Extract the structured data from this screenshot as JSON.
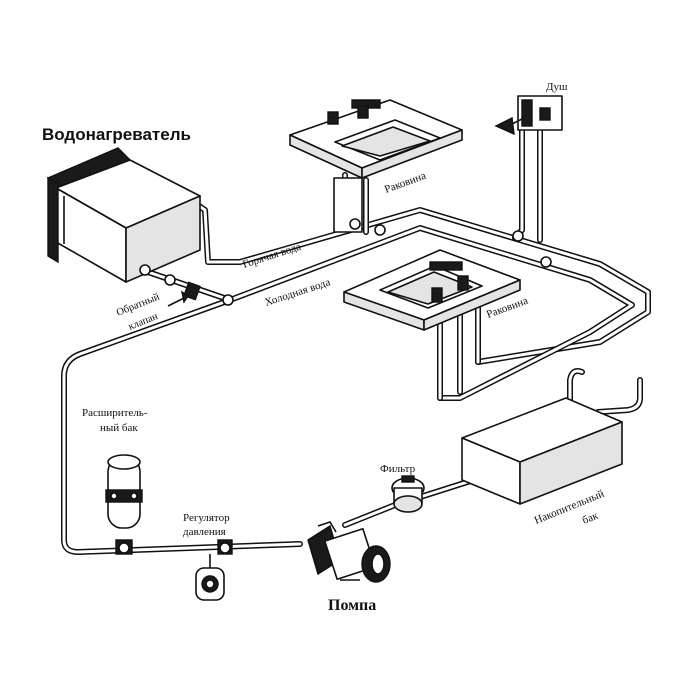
{
  "labels": {
    "water_heater": "Водонагреватель",
    "shower": "Душ",
    "sink_top": "Раковина",
    "sink_bottom": "Раковина",
    "hot_water": "Горячая вода",
    "cold_water": "Холодная вода",
    "check_valve_line1": "Обратный",
    "check_valve_line2": "клапан",
    "expansion_tank_line1": "Расширитель-",
    "expansion_tank_line2": "ный бак",
    "pressure_regulator_line1": "Регулятор",
    "pressure_regulator_line2": "давления",
    "filter": "Фильтр",
    "storage_tank_line1": "Накопительный",
    "storage_tank_line2": "бак",
    "pump": "Помпа"
  },
  "colors": {
    "ink": "#111111",
    "paper": "#ffffff",
    "shade": "#e4e4e4"
  },
  "icons": [
    "water-heater-icon",
    "shower-icon",
    "sink-icon",
    "pump-icon",
    "filter-icon",
    "expansion-tank-icon",
    "pressure-regulator-icon",
    "storage-tank-icon",
    "check-valve-icon"
  ]
}
